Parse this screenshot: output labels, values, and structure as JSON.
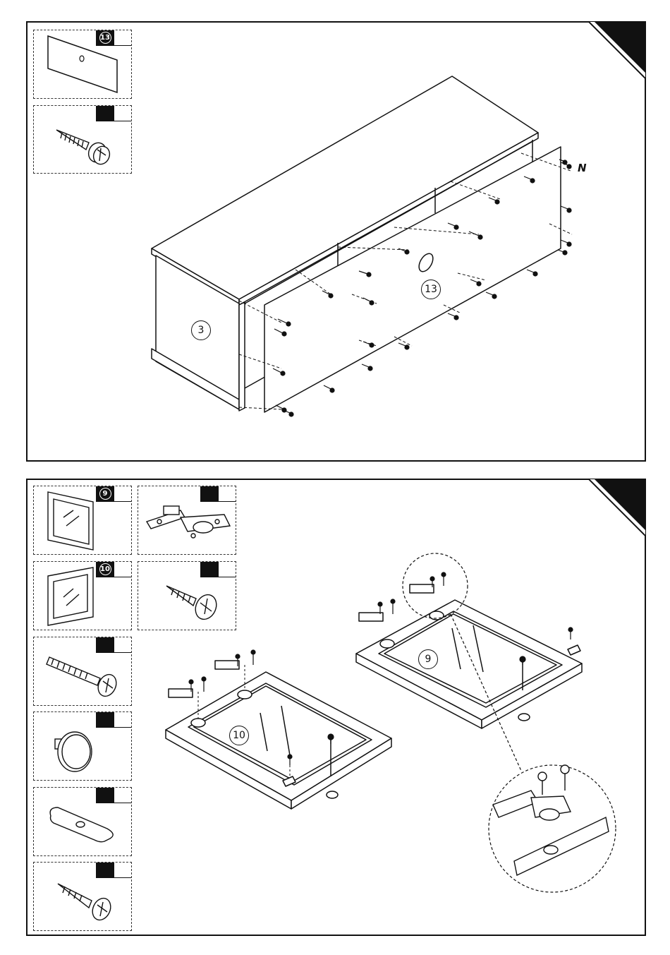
{
  "panel1": {
    "parts": [
      {
        "id": "13",
        "qty": "",
        "icon": "back-panel-icon"
      },
      {
        "id": "",
        "qty": "",
        "icon": "screw-icon"
      }
    ],
    "labels": {
      "side_panel": "3",
      "back_panel": "13",
      "screw_code": "N"
    }
  },
  "panel2": {
    "parts": [
      {
        "id": "9",
        "qty": "",
        "icon": "glass-door-icon"
      },
      {
        "id": "",
        "qty": "",
        "icon": "hinge-icon"
      },
      {
        "id": "10",
        "qty": "",
        "icon": "glass-door-icon"
      },
      {
        "id": "",
        "qty": "",
        "icon": "wood-screw-icon"
      },
      {
        "id": "",
        "qty": "",
        "icon": "bolt-icon"
      },
      {
        "id": "",
        "qty": "",
        "icon": "knob-icon"
      },
      {
        "id": "",
        "qty": "",
        "icon": "backplate-icon"
      },
      {
        "id": "",
        "qty": "",
        "icon": "small-screw-icon"
      }
    ],
    "labels": {
      "door_left": "10",
      "door_right": "9"
    }
  }
}
